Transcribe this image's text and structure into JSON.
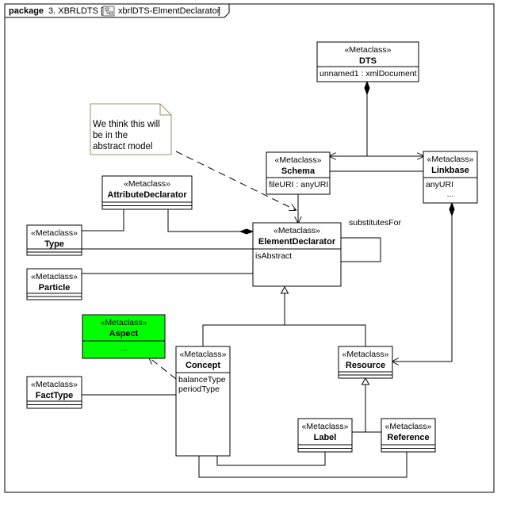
{
  "frame": {
    "keyword": "package",
    "path": "3. XBRLDTS [",
    "diagram_name": "xbrlDTS-ElmentDeclarator",
    "close": "]"
  },
  "stereotype": "«Metaclass»",
  "classes": {
    "dts": {
      "name": "DTS",
      "attributes": [
        "unnamed1 : xmlDocument"
      ]
    },
    "schema": {
      "name": "Schema",
      "attributes": [
        "fileURI : anyURI"
      ]
    },
    "linkbase": {
      "name": "Linkbase",
      "attributes": [
        "anyURI",
        "..."
      ]
    },
    "attributedeclarator": {
      "name": "AttributeDeclarator",
      "attributes": []
    },
    "type": {
      "name": "Type",
      "attributes": []
    },
    "elementdeclarator": {
      "name": "ElementDeclarator",
      "attributes": [
        "isAbstract"
      ]
    },
    "particle": {
      "name": "Particle",
      "attributes": []
    },
    "aspect": {
      "name": "Aspect",
      "attributes": [
        "..."
      ]
    },
    "concept": {
      "name": "Concept",
      "attributes": [
        "balanceType",
        "periodType"
      ]
    },
    "resource": {
      "name": "Resource",
      "attributes": []
    },
    "facttype": {
      "name": "FactType",
      "attributes": []
    },
    "label": {
      "name": "Label",
      "attributes": []
    },
    "reference": {
      "name": "Reference",
      "attributes": []
    }
  },
  "note": {
    "lines": [
      "We think this will",
      "be in the",
      "abstract model"
    ]
  },
  "association_labels": {
    "substitutes_for": "substitutesFor"
  },
  "colors": {
    "aspect_fill": "#00ff00",
    "note_border": "#9b8f6a",
    "line": "#000000"
  }
}
